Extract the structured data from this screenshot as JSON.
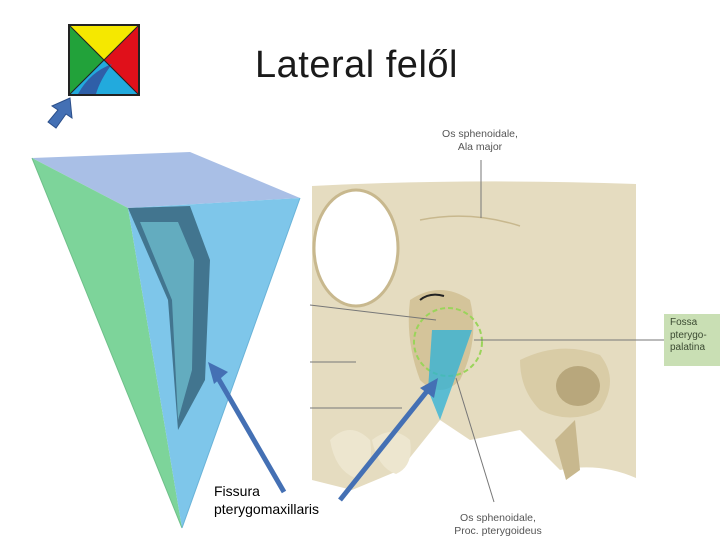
{
  "title": "Lateral felől",
  "labels": {
    "top_line1": "Os sphenoidale,",
    "top_line2": "Ala major",
    "bottom_line1": "Os sphenoidale,",
    "bottom_line2": "Proc. pterygoideus",
    "box_line1": "Fossa",
    "box_line2": "pterygo-",
    "box_line3": "palatina"
  },
  "fissura": {
    "line1": "Fissura",
    "line2": "pterygomaxillaris"
  },
  "icons": {
    "orientation": "orientation-square-icon",
    "pointer": "arrow-icon"
  },
  "colors": {
    "pyramid_left": "#7dd49a",
    "pyramid_right": "#7ec6ea",
    "pyramid_top": "#a9bfe6",
    "pyramid_inner": "#3a6a82",
    "arrow": "#4470b4",
    "bone": "#e5dcc0",
    "label_box": "#c9dfb4"
  }
}
